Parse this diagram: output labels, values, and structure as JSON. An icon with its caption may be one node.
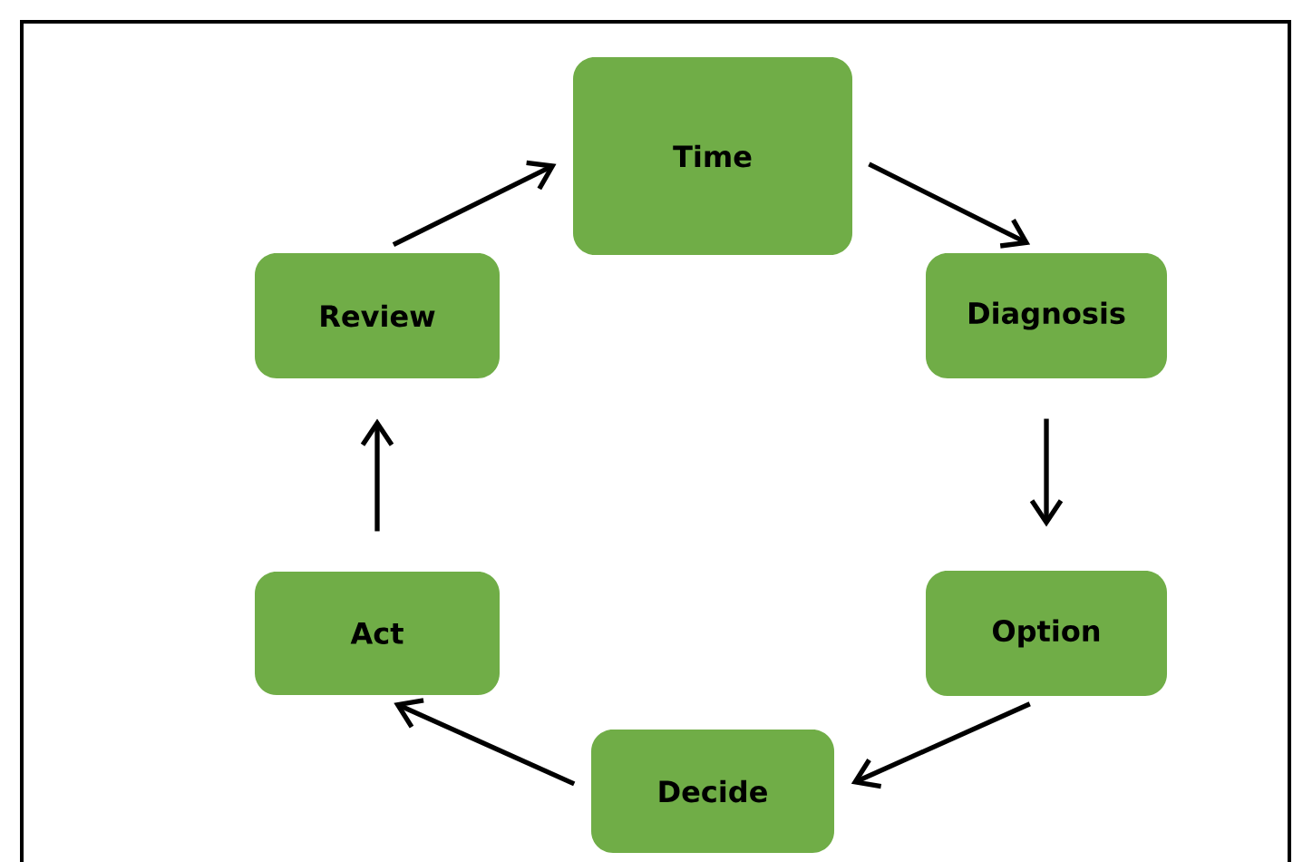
{
  "diagram": {
    "nodes": [
      {
        "text": [
          "Time"
        ]
      },
      {
        "text": [
          "Diagnosis"
        ]
      },
      {
        "text": [
          "Option"
        ]
      },
      {
        "text": [
          "Decide"
        ]
      },
      {
        "text": [
          "Act"
        ]
      },
      {
        "text": [
          "Review"
        ]
      }
    ],
    "edges": [
      {
        "from": 0,
        "to": 1,
        "arrow": "to"
      },
      {
        "from": 1,
        "to": 2,
        "arrow": "to"
      },
      {
        "from": 2,
        "to": 3,
        "arrow": "to"
      },
      {
        "from": 3,
        "to": 4,
        "arrow": "to"
      },
      {
        "from": 4,
        "to": 5,
        "arrow": "to"
      },
      {
        "from": 5,
        "to": 0,
        "arrow": "to"
      }
    ]
  }
}
